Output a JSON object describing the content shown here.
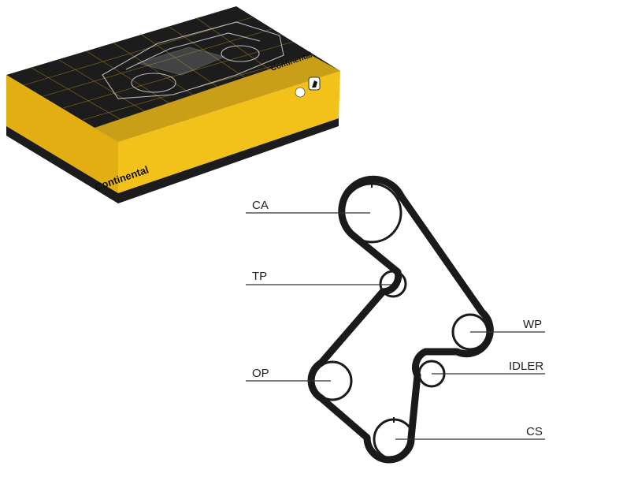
{
  "product_box": {
    "brand_front": "Continental",
    "brand_side": "Continental",
    "colors": {
      "box_yellow": "#f2c21a",
      "box_dark": "#1c1c1c",
      "box_side": "#e2ae12"
    },
    "logo_icon": "horse-icon"
  },
  "belt_diagram": {
    "labels": {
      "ca": "CA",
      "tp": "TP",
      "wp": "WP",
      "op": "OP",
      "idler": "IDLER",
      "cs": "CS"
    },
    "colors": {
      "belt": "#1a1a1a",
      "leader": "#333333"
    }
  }
}
